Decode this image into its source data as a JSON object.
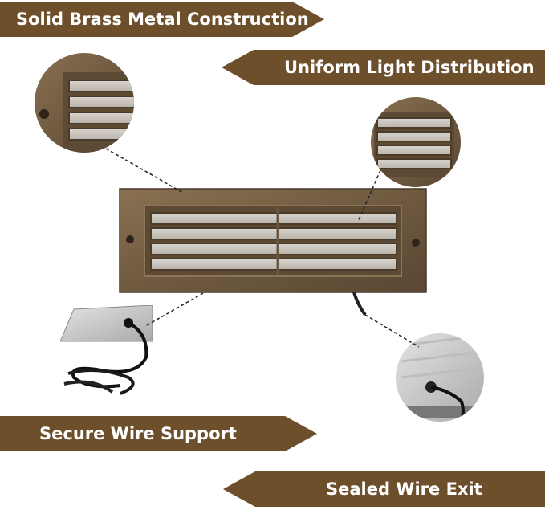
{
  "banners": {
    "solid_brass": "Solid Brass Metal Construction",
    "uniform_light": "Uniform Light Distribution",
    "wire_support": "Secure Wire Support",
    "wire_exit": "Sealed Wire Exit"
  },
  "colors": {
    "banner_brown": "#6e4f2c",
    "brass_dark": "#5c4630",
    "brass_mid": "#7d6548",
    "lens_gray": "#c9c5be"
  }
}
